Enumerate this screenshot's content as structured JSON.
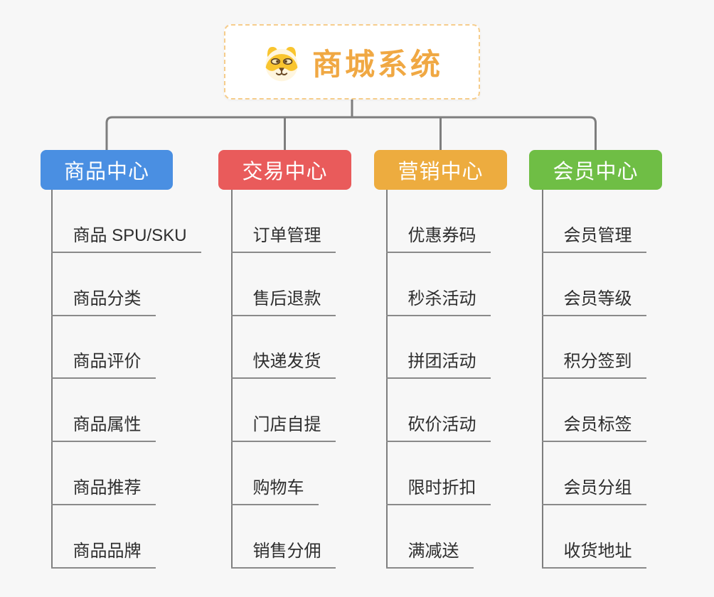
{
  "root": {
    "title": "商城系统",
    "title_color": "#F0A843",
    "border_color": "#F6CD8C",
    "icon": "dog-face-icon"
  },
  "branches": [
    {
      "id": "product",
      "label": "商品中心",
      "color": "#4A8FE2",
      "children": [
        "商品 SPU/SKU",
        "商品分类",
        "商品评价",
        "商品属性",
        "商品推荐",
        "商品品牌"
      ]
    },
    {
      "id": "trade",
      "label": "交易中心",
      "color": "#E95B5B",
      "children": [
        "订单管理",
        "售后退款",
        "快递发货",
        "门店自提",
        "购物车",
        "销售分佣"
      ]
    },
    {
      "id": "marketing",
      "label": "营销中心",
      "color": "#EDAC3F",
      "children": [
        "优惠券码",
        "秒杀活动",
        "拼团活动",
        "砍价活动",
        "限时折扣",
        "满减送"
      ]
    },
    {
      "id": "member",
      "label": "会员中心",
      "color": "#6FBE45",
      "children": [
        "会员管理",
        "会员等级",
        "积分签到",
        "会员标签",
        "会员分组",
        "收货地址"
      ]
    }
  ],
  "style": {
    "background": "#F7F7F7",
    "connector_color": "#7E7E7E",
    "underline_color": "#8A8A8A",
    "leaf_text_color": "#2E2E2E"
  }
}
